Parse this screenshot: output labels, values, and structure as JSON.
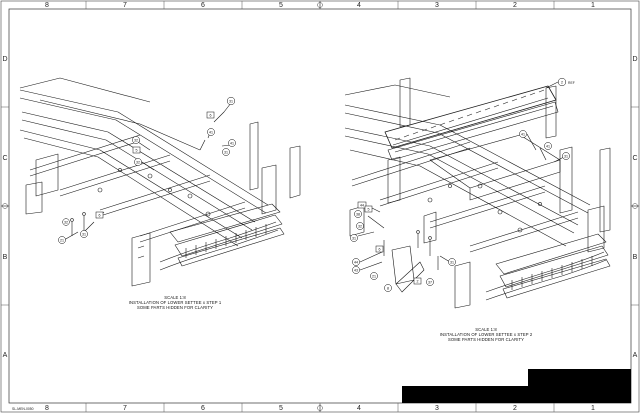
{
  "border": {
    "columns": [
      "8",
      "7",
      "6",
      "5",
      "4",
      "3",
      "2",
      "1"
    ],
    "rows": [
      "D",
      "C",
      "B",
      "A"
    ]
  },
  "views": {
    "left": {
      "caption": [
        "SCALE 1:8",
        "INSTALLATION OF LOWER SETTEE x STEP 1",
        "SOME PARTS HIDDEN FOR CLARITY"
      ],
      "balloons": [
        "31",
        "6",
        "41",
        "41",
        "32",
        "5",
        "32",
        "6",
        "31",
        "32",
        "21",
        "31"
      ]
    },
    "right": {
      "caption": [
        "SCALE 1:8",
        "INSTALLATION OF LOWER SETTEE x STEP 2",
        "SOME PARTS HIDDEN FOR CLARITY"
      ],
      "balloons": [
        "2",
        "41",
        "41",
        "31",
        "44",
        "38",
        "32",
        "31",
        "5",
        "6",
        "44",
        "43",
        "21",
        "37",
        "8",
        "2",
        "31"
      ],
      "ref_label": "REF"
    }
  },
  "corner_code": "SL-MEN-0050"
}
